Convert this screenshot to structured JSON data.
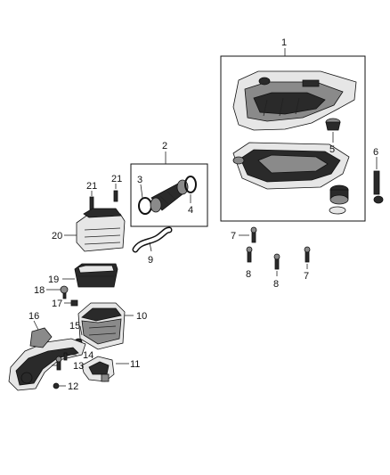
{
  "diagram": {
    "callouts": {
      "c1": "1",
      "c2": "2",
      "c3": "3",
      "c4": "4",
      "c5": "5",
      "c6": "6",
      "c7a": "7",
      "c7b": "7",
      "c8a": "8",
      "c8b": "8",
      "c9": "9",
      "c10": "10",
      "c11": "11",
      "c12": "12",
      "c13": "13",
      "c14": "14",
      "c15": "15",
      "c16": "16",
      "c17": "17",
      "c18": "18",
      "c19": "19",
      "c20": "20",
      "c21a": "21",
      "c21b": "21"
    }
  }
}
